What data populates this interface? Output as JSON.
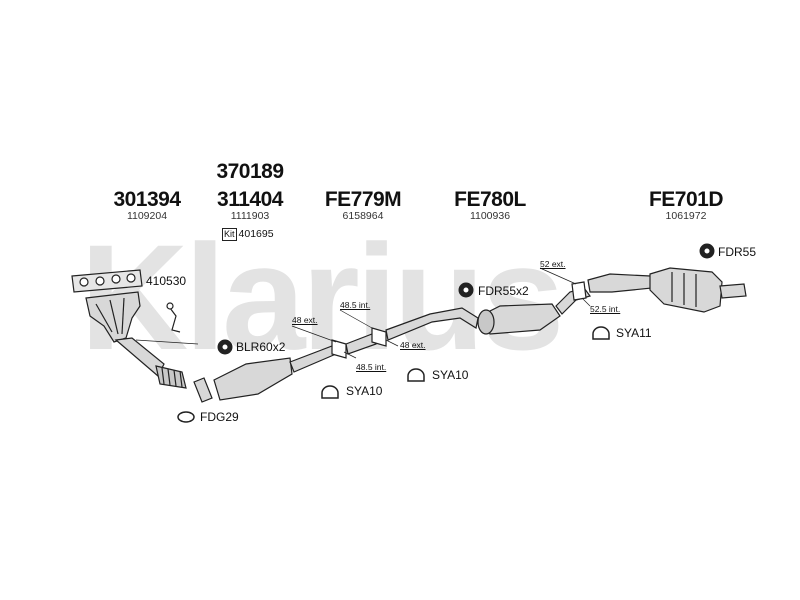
{
  "watermark": "Klarius",
  "columns": [
    {
      "top_part": "",
      "part": "301394",
      "ref": "1109204"
    },
    {
      "top_part": "370189",
      "part": "311404",
      "ref": "1111903"
    },
    {
      "top_part": "",
      "part": "FE779M",
      "ref": "6158964"
    },
    {
      "top_part": "",
      "part": "FE780L",
      "ref": "1100936"
    },
    {
      "top_part": "",
      "part": "FE701D",
      "ref": "1061972"
    }
  ],
  "kit": {
    "badge": "Kit",
    "number": "401695"
  },
  "labels": {
    "manifold": "410530",
    "blr": "BLR60x2",
    "fdg": "FDG29",
    "fdr55x2": "FDR55x2",
    "fdr55": "FDR55",
    "sya11": "SYA11",
    "sya10_a": "SYA10",
    "sya10_b": "SYA10"
  },
  "dims": {
    "d48ext_a": "48 ext.",
    "d485int_a": "48.5 int.",
    "d48ext_b": "48 ext.",
    "d485int_b": "48.5 int.",
    "d52ext": "52 ext.",
    "d525int": "52.5 int."
  },
  "colors": {
    "line": "#222222",
    "fill": "#d8d8d8",
    "watermark": "#e3e3e3"
  }
}
